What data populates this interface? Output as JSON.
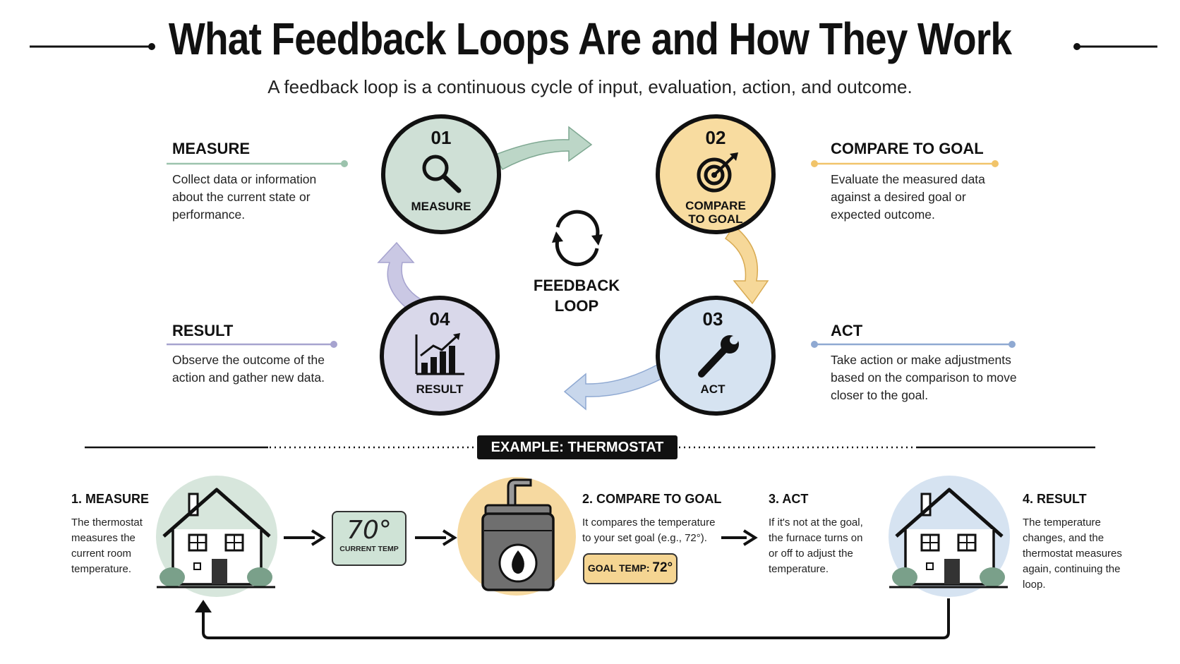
{
  "title": "What Feedback Loops Are and How They Work",
  "subtitle": "A feedback loop is a continuous cycle of input, evaluation, action, and outcome.",
  "steps": [
    {
      "num": "01",
      "label": "MEASURE",
      "heading": "MEASURE",
      "desc": "Collect data or information about the current state or performance.",
      "color": "#cfe0d6",
      "icon": "magnifier-icon"
    },
    {
      "num": "02",
      "label": "COMPARE TO GOAL",
      "heading": "COMPARE TO GOAL",
      "desc": "Evaluate the measured data against a desired goal or expected outcome.",
      "color": "#f8dca0",
      "icon": "target-icon"
    },
    {
      "num": "03",
      "label": "ACT",
      "heading": "ACT",
      "desc": "Take action or make adjustments based on the comparison to move closer to the goal.",
      "color": "#d6e3f1",
      "icon": "wrench-icon"
    },
    {
      "num": "04",
      "label": "RESULT",
      "heading": "RESULT",
      "desc": "Observe the outcome of the action and gather new data.",
      "color": "#d9d8ea",
      "icon": "bar-chart-icon"
    }
  ],
  "center_label": "FEEDBACK LOOP",
  "example": {
    "badge": "EXAMPLE: THERMOSTAT",
    "current_temp": "70°",
    "current_temp_label": "CURRENT TEMP",
    "goal_temp_label": "GOAL TEMP:",
    "goal_temp_value": "72°",
    "steps": [
      {
        "title": "1. MEASURE",
        "body": "The thermostat measures the current room temperature."
      },
      {
        "title": "2. COMPARE TO GOAL",
        "body": "It compares the temperature to your set goal (e.g., 72°)."
      },
      {
        "title": "3. ACT",
        "body": "If it's not at the goal, the furnace turns on or off to adjust the temperature."
      },
      {
        "title": "4. RESULT",
        "body": "The temperature changes, and the thermostat measures again, continuing the loop."
      }
    ]
  },
  "colors": {
    "measure": "#8fb9a2",
    "compare": "#f1c46a",
    "act": "#8fa9d2",
    "result": "#a6a3cf",
    "ink": "#111111"
  }
}
